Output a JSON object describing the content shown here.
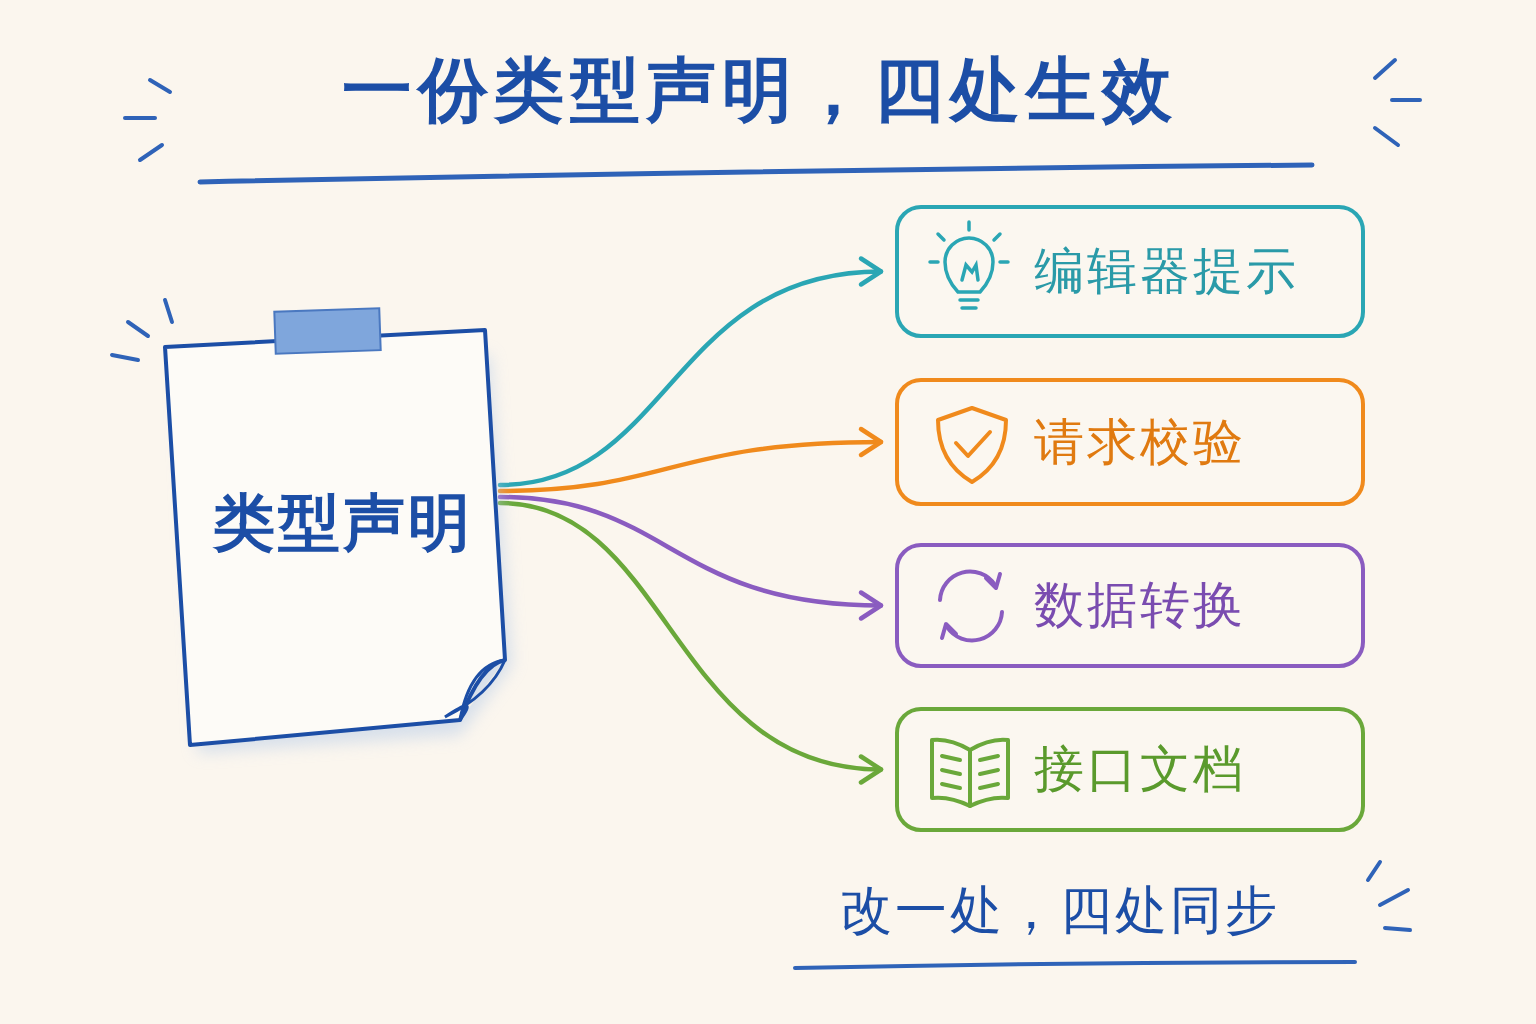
{
  "diagram": {
    "title": "一份类型声明，四处生效",
    "caption": "改一处，四处同步",
    "nodes": [
      {
        "text": [
          "类型声明"
        ]
      },
      {
        "text": [
          "编辑器提示"
        ]
      },
      {
        "text": [
          "请求校验"
        ]
      },
      {
        "text": [
          "数据转换"
        ]
      },
      {
        "text": [
          "接口文档"
        ]
      }
    ],
    "edges": [
      {
        "from": 0,
        "to": 1,
        "arrow": "to"
      },
      {
        "from": 0,
        "to": 2,
        "arrow": "to"
      },
      {
        "from": 0,
        "to": 3,
        "arrow": "to"
      },
      {
        "from": 0,
        "to": 4,
        "arrow": "to"
      }
    ]
  }
}
